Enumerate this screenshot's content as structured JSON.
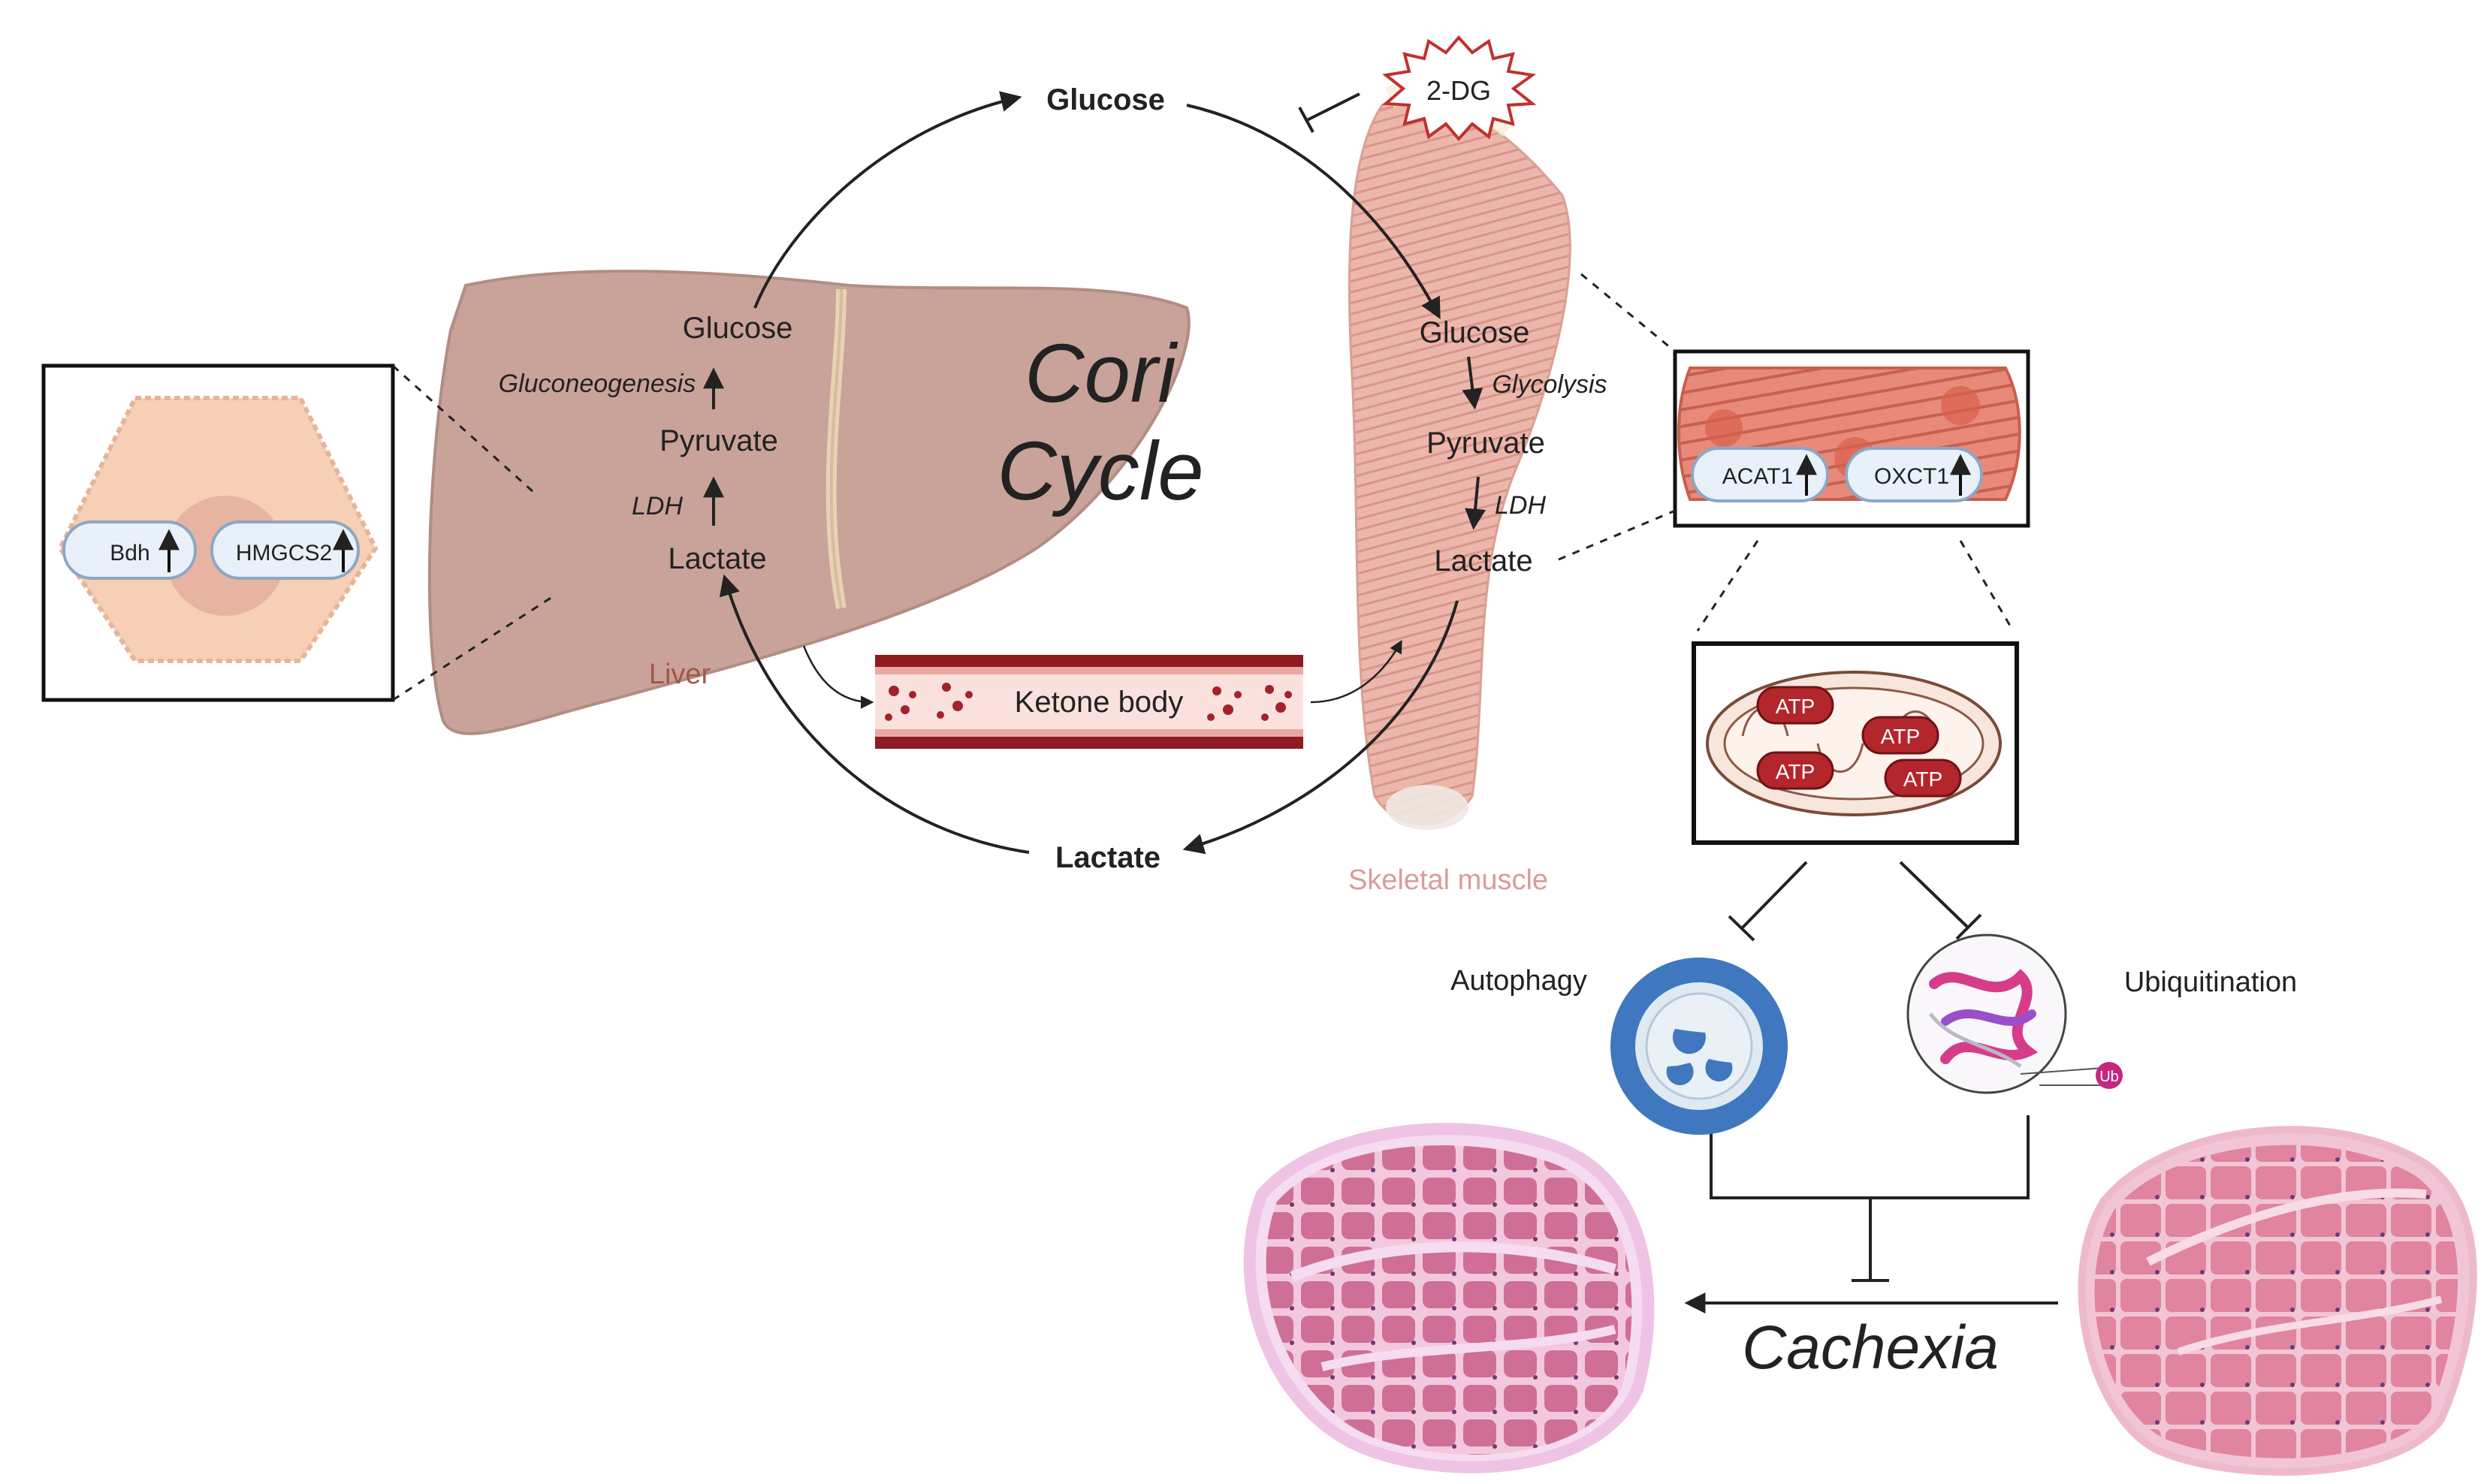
{
  "title": {
    "line1": "Cori",
    "line2": "Cycle"
  },
  "cycle": {
    "top_glucose": "Glucose",
    "bottom_lactate": "Lactate",
    "inhibitor": "2-DG"
  },
  "liver": {
    "name": "Liver",
    "glucose": "Glucose",
    "pyruvate": "Pyruvate",
    "lactate": "Lactate",
    "process_gluconeogenesis": "Gluconeogenesis",
    "process_ldh": "LDH",
    "genes": [
      "Bdh",
      "HMGCS2"
    ]
  },
  "muscle": {
    "name": "Skeletal muscle",
    "glucose": "Glucose",
    "pyruvate": "Pyruvate",
    "lactate": "Lactate",
    "process_glycolysis": "Glycolysis",
    "process_ldh": "LDH",
    "genes": [
      "ACAT1",
      "OXCT1"
    ]
  },
  "vessel": {
    "label": "Ketone body"
  },
  "mitochondrion": {
    "atp_labels": [
      "ATP",
      "ATP",
      "ATP",
      "ATP"
    ]
  },
  "pathways": {
    "autophagy": "Autophagy",
    "ubiquitination": "Ubiquitination",
    "ub_tag": "Ub"
  },
  "outcome": {
    "label": "Cachexia"
  },
  "colors": {
    "liver": "#c9a39a",
    "muscle": "#eab3a8",
    "vessel": "#8e1b22",
    "atp": "#b3262b",
    "autophagy": "#3f78bf",
    "tissue": "#d9849f",
    "gene_pill": "#e8f0fa"
  }
}
